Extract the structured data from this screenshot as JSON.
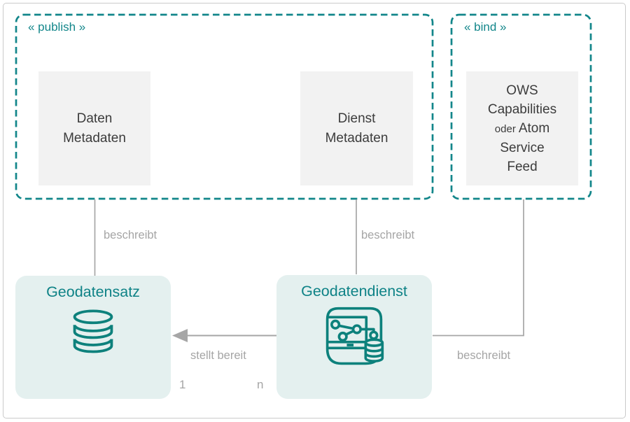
{
  "colors": {
    "teal_accent": "#12868a",
    "teal_icon": "#0d817c",
    "node_fill": "#e4f0ef",
    "meta_box_fill": "#f2f2f2",
    "line_gray": "#a6a6a6",
    "text_dark": "#3c3c3c",
    "frame_gray": "#cacaca"
  },
  "publish_group": {
    "stereotype": "« publish »",
    "boxes": [
      {
        "label": "Daten\nMetadaten"
      },
      {
        "label": "Dienst\nMetadaten"
      }
    ]
  },
  "bind_group": {
    "stereotype": "« bind »",
    "box": {
      "line1": "OWS",
      "line2": "Capabilities",
      "line3_small": "oder",
      "line3_rest": "Atom",
      "line4": "Service",
      "line5": "Feed"
    }
  },
  "nodes": {
    "geodatensatz": {
      "label": "Geodatensatz",
      "icon": "database-icon"
    },
    "geodatendienst": {
      "label": "Geodatendienst",
      "icon": "geoservice-icon"
    }
  },
  "relations": {
    "beschreibt_daten": "beschreibt",
    "beschreibt_dienst": "beschreibt",
    "beschreibt_bind": "beschreibt",
    "stellt_bereit": "stellt bereit",
    "multiplicity_one": "1",
    "multiplicity_n": "n"
  }
}
